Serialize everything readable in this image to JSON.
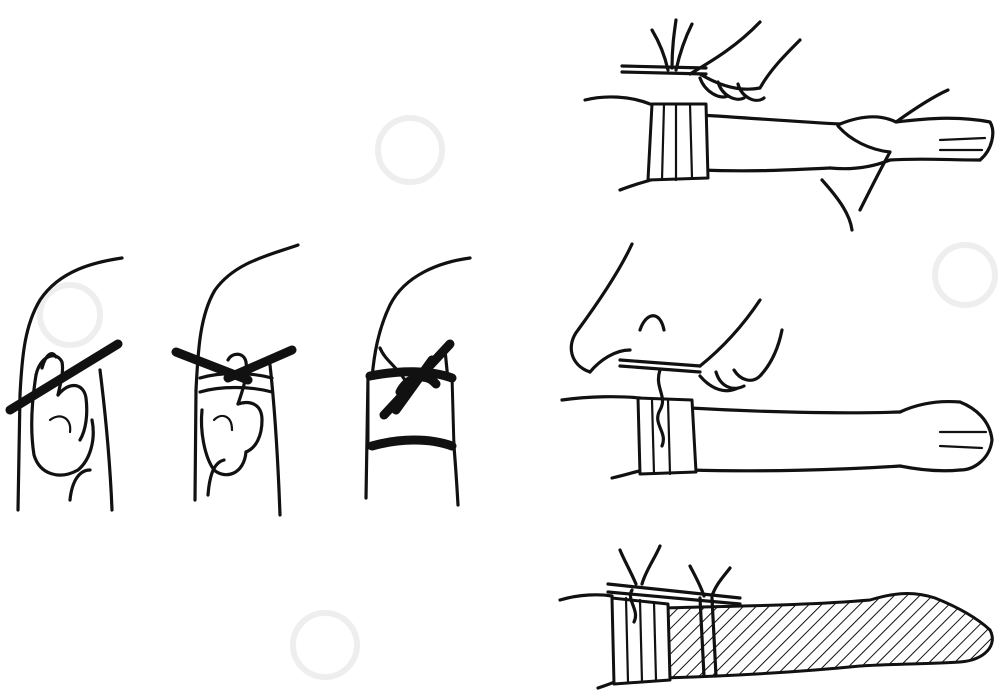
{
  "figure": {
    "panels": [
      {
        "id": "a",
        "depicts": "tourniquet-hand-wrap-step-1"
      },
      {
        "id": "b",
        "depicts": "tourniquet-hand-wrap-step-2"
      },
      {
        "id": "c",
        "depicts": "tourniquet-tied-band"
      },
      {
        "id": "d",
        "depicts": "windlass-tourniquet-twist-top"
      },
      {
        "id": "e",
        "depicts": "windlass-tourniquet-twist-middle"
      },
      {
        "id": "f",
        "depicts": "windlass-tourniquet-with-splint"
      }
    ],
    "colors": {
      "ink": "#111111",
      "background": "#ffffff",
      "watermark": "#eeeeee"
    }
  }
}
